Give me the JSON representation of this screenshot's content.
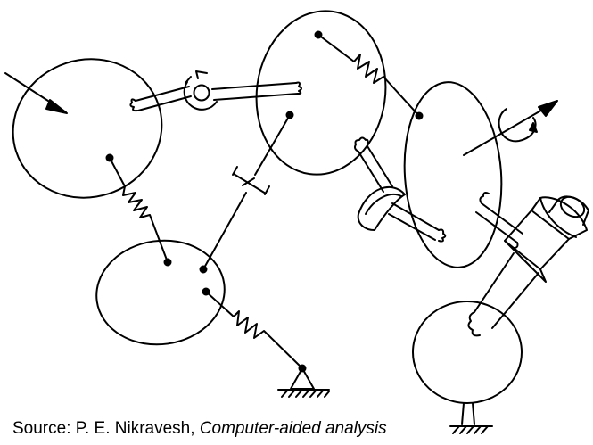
{
  "caption": {
    "prefix": "Source: P. E. Nikravesh, ",
    "title": "Computer-aided analysis"
  },
  "colors": {
    "ink": "#000000",
    "paper": "#ffffff"
  },
  "elements": {
    "bodies": [
      "body-1",
      "body-2",
      "body-3",
      "body-4",
      "body-5",
      "body-6"
    ],
    "joints": [
      "spherical-joint",
      "revolute-joint",
      "cylindrical-joint",
      "spring",
      "damper",
      "ground"
    ],
    "arrows": [
      "external-force-arrow",
      "applied-torque-arrow"
    ]
  }
}
